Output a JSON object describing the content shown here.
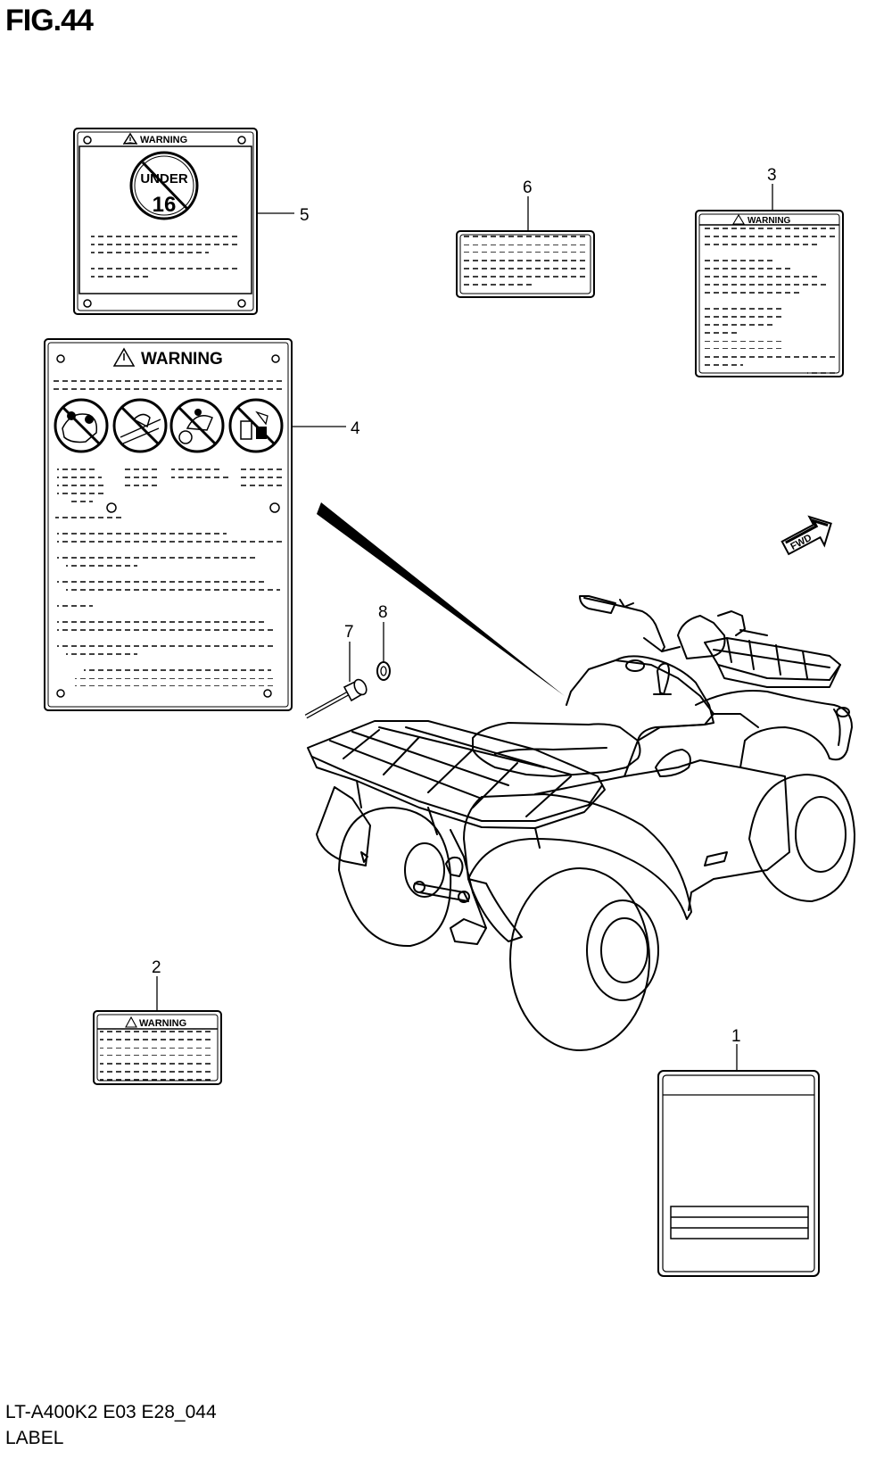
{
  "figure": {
    "title": "FIG.44",
    "model_code": "LT-A400K2 E03 E28_044",
    "section_name": "LABEL"
  },
  "callouts": [
    "1",
    "2",
    "3",
    "4",
    "5",
    "6",
    "7",
    "8"
  ],
  "labels": {
    "warning_text": "WARNING",
    "under16_top": "UNDER",
    "under16_num": "16",
    "fwd_text": "FWD"
  }
}
